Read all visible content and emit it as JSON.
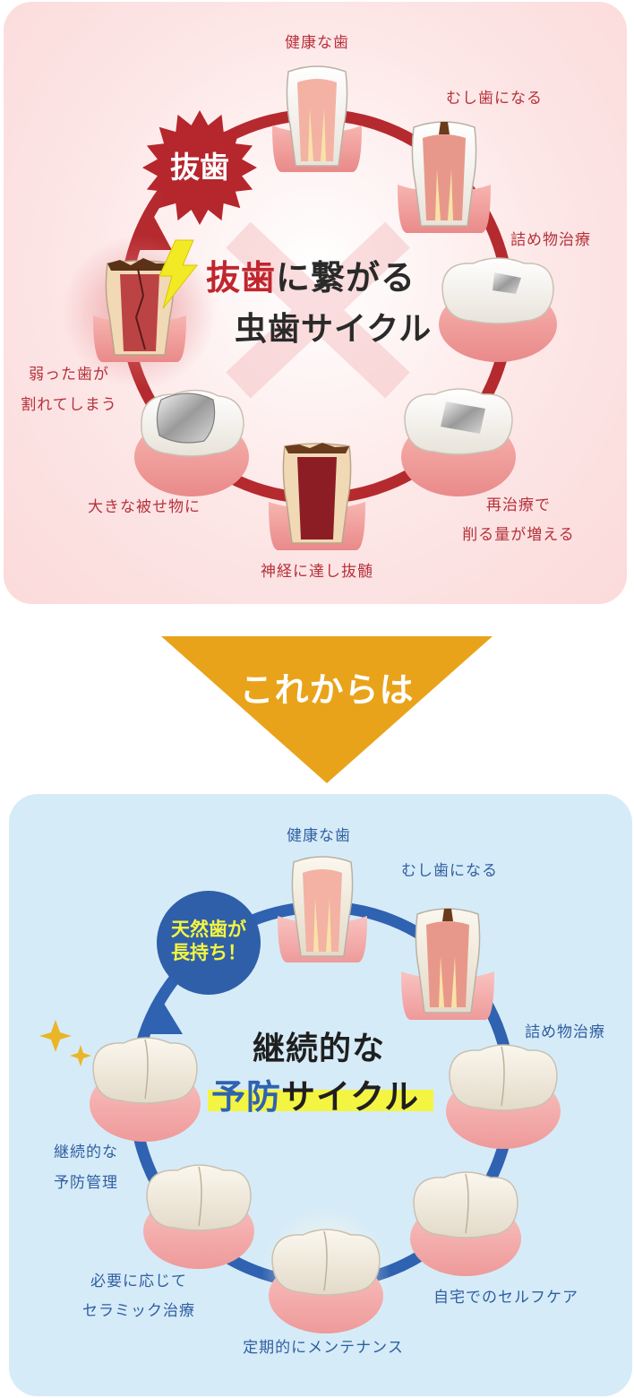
{
  "top_cycle": {
    "title_highlight": "抜歯",
    "title_rest": "に繋がる",
    "title_line2": "虫歯サイクル",
    "badge": "抜歯",
    "stages": {
      "healthy": "健康な歯",
      "cavity": "むし歯になる",
      "filling": "詰め物治療",
      "retreat_line1": "再治療で",
      "retreat_line2": "削る量が増える",
      "nerve": "神経に達し抜髄",
      "crown": "大きな被せ物に",
      "crack_line1": "弱った歯が",
      "crack_line2": "割れてしまう"
    },
    "colors": {
      "ring": "#b52a2e",
      "label": "#b5313b",
      "highlight": "#c0262d"
    }
  },
  "arrow": {
    "label": "これからは",
    "color": "#e9a31a"
  },
  "bottom_cycle": {
    "title_line1": "継続的な",
    "title_highlight": "予防",
    "title_rest": "サイクル",
    "badge_line1": "天然歯が",
    "badge_line2": "長持ち！",
    "stages": {
      "healthy": "健康な歯",
      "cavity": "むし歯になる",
      "filling": "詰め物治療",
      "self_care": "自宅でのセルフケア",
      "maintenance": "定期的にメンテナンス",
      "ceramic_line1": "必要に応じて",
      "ceramic_line2": "セラミック治療",
      "prevention_line1": "継続的な",
      "prevention_line2": "予防管理"
    },
    "colors": {
      "ring": "#2f62b0",
      "label": "#2f5fa0",
      "highlight": "#f4f542",
      "badge": "#2f5fa8"
    }
  }
}
